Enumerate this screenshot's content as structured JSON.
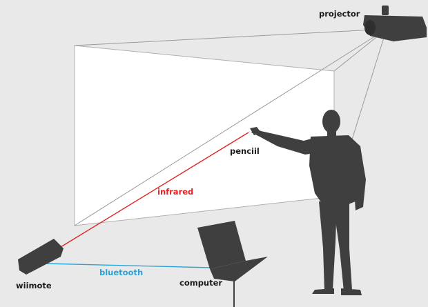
{
  "labels": {
    "projector": "projector",
    "pencil": "penciil",
    "infrared": "infrared",
    "bluetooth": "bluetooth",
    "wiimote": "wiimote",
    "computer": "computer"
  },
  "colors": {
    "background": "#e9e9e9",
    "screen": "#ffffff",
    "silhouette": "#3f3f3f",
    "infrared": "#e02424",
    "bluetooth": "#2aa3d8",
    "projection_lines": "#8c8c8c",
    "text": "#1c1c1c"
  },
  "icons": {
    "projector": "projector-icon",
    "person": "person-silhouette-icon",
    "laptop": "laptop-icon",
    "wiimote": "wiimote-icon"
  }
}
